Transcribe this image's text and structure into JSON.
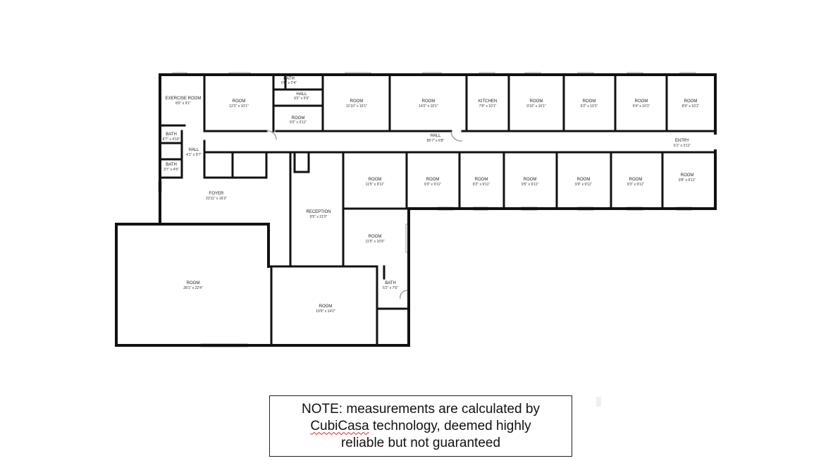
{
  "rooms": [
    {
      "id": "exercise-room",
      "name": "EXERCISE ROOM",
      "dims": "8'0\" x 9'1\""
    },
    {
      "id": "room-top-1",
      "name": "ROOM",
      "dims": "12'2\" x 10'1\""
    },
    {
      "id": "bath-top",
      "name": "BATH",
      "dims": "6'0\" x 2'4\""
    },
    {
      "id": "hall-small",
      "name": "HALL",
      "dims": "9'2\" x 5'9\""
    },
    {
      "id": "room-small",
      "name": "ROOM",
      "dims": "9'2\" x 3'11\""
    },
    {
      "id": "room-top-2",
      "name": "ROOM",
      "dims": "11'10\" x 10'1\""
    },
    {
      "id": "room-top-3",
      "name": "ROOM",
      "dims": "14'2\" x 10'1\""
    },
    {
      "id": "kitchen",
      "name": "KITCHEN",
      "dims": "7'8\" x 10'1\""
    },
    {
      "id": "room-top-4",
      "name": "ROOM",
      "dims": "9'10\" x 10'1\""
    },
    {
      "id": "room-top-5",
      "name": "ROOM",
      "dims": "9'2\" x 10'1\""
    },
    {
      "id": "room-top-6",
      "name": "ROOM",
      "dims": "9'4\" x 10'1\""
    },
    {
      "id": "room-top-7",
      "name": "ROOM",
      "dims": "8'9\" x 10'1\""
    },
    {
      "id": "hall-main",
      "name": "HALL",
      "dims": "85'7\" x 6'8\""
    },
    {
      "id": "entry",
      "name": "ENTRY",
      "dims": "6'1\" x 3'11\""
    },
    {
      "id": "bath-left-1",
      "name": "BATH",
      "dims": "8'7\" x 4'10\""
    },
    {
      "id": "hall-left",
      "name": "HALL",
      "dims": "4'1\" x 9'7\""
    },
    {
      "id": "bath-left-2",
      "name": "BATH",
      "dims": "3'7\" x 4'5\""
    },
    {
      "id": "room-bot-1",
      "name": "ROOM",
      "dims": "11'5\" x 9'11\""
    },
    {
      "id": "room-bot-2",
      "name": "ROOM",
      "dims": "9'3\" x 9'11\""
    },
    {
      "id": "room-bot-3",
      "name": "ROOM",
      "dims": "8'2\" x 9'11\""
    },
    {
      "id": "room-bot-4",
      "name": "ROOM",
      "dims": "9'5\" x 9'11\""
    },
    {
      "id": "room-bot-5",
      "name": "ROOM",
      "dims": "9'9\" x 9'11\""
    },
    {
      "id": "room-bot-6",
      "name": "ROOM",
      "dims": "9'3\" x 9'11\""
    },
    {
      "id": "room-bot-7",
      "name": "ROOM",
      "dims": "9'8\" x 9'11\""
    },
    {
      "id": "foyer",
      "name": "FOYER",
      "dims": "23'11\" x 16'3\""
    },
    {
      "id": "reception",
      "name": "RECEPTION",
      "dims": "9'5\" x 21'0\""
    },
    {
      "id": "room-mid",
      "name": "ROOM",
      "dims": "11'5\" x 10'9\""
    },
    {
      "id": "room-large",
      "name": "ROOM",
      "dims": "28'1\" x 22'4\""
    },
    {
      "id": "room-lower",
      "name": "ROOM",
      "dims": "19'9\" x 14'2\""
    },
    {
      "id": "bath-lower",
      "name": "BATH",
      "dims": "5'2\" x 7'6\""
    }
  ],
  "note": {
    "line1": "NOTE:  measurements are calculated by",
    "line2_word": "CubiCasa",
    "line2_rest": " technology, deemed highly",
    "line3": "reliable but not guaranteed"
  }
}
